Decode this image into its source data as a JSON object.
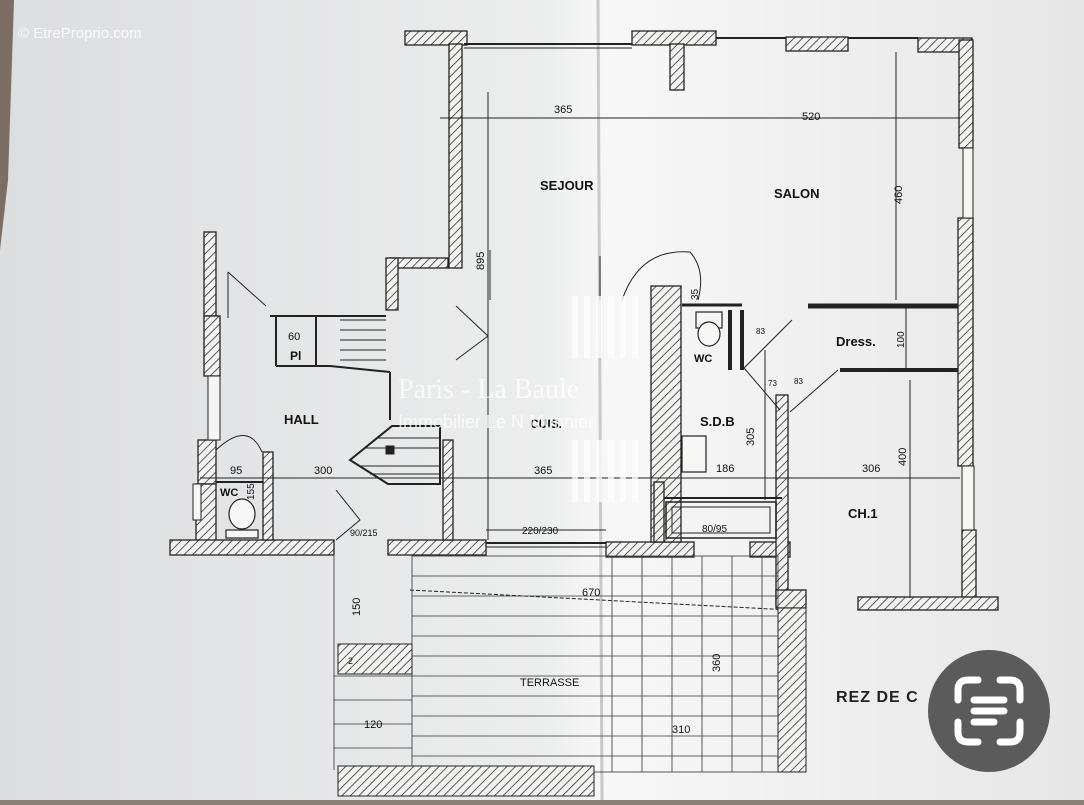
{
  "watermark": {
    "site": "© EtreProprio.com",
    "title": "Paris - La Baule",
    "subtitle": "Immobilier Le N     Monnier"
  },
  "plan": {
    "floor_title": "REZ DE C"
  },
  "rooms": {
    "sejour": "SEJOUR",
    "salon": "SALON",
    "dress": "Dress.",
    "wc_1": "WC",
    "hall": "HALL",
    "cuis": "CUIS.",
    "sdb": "S.D.B",
    "wc_2": "WC",
    "ch1": "CH.1",
    "pl": "Pl",
    "terrasse": "TERRASSE"
  },
  "dims": {
    "d365_top": "365",
    "d520": "520",
    "d95": "95",
    "d300": "300",
    "d365_mid": "365",
    "d186": "186",
    "d306": "306",
    "d60": "60",
    "d90_215": "90/215",
    "d220_230": "220/230",
    "d80_95": "80/95",
    "d670": "670",
    "d310": "310",
    "d120": "120",
    "d83_a": "83",
    "d73": "73",
    "d83_b": "83",
    "d895": "895",
    "d460": "460",
    "d100": "100",
    "d400": "400",
    "d35": "35",
    "d155": "155",
    "d305": "305",
    "d150": "150",
    "d360": "360",
    "d2_ring": "2"
  },
  "colors": {
    "paper": "#eceded",
    "ink": "#222222",
    "scan_button": "#5b5b5c",
    "background": "#8a7f78"
  },
  "icons": {
    "scan_button": "text-scan-icon"
  }
}
